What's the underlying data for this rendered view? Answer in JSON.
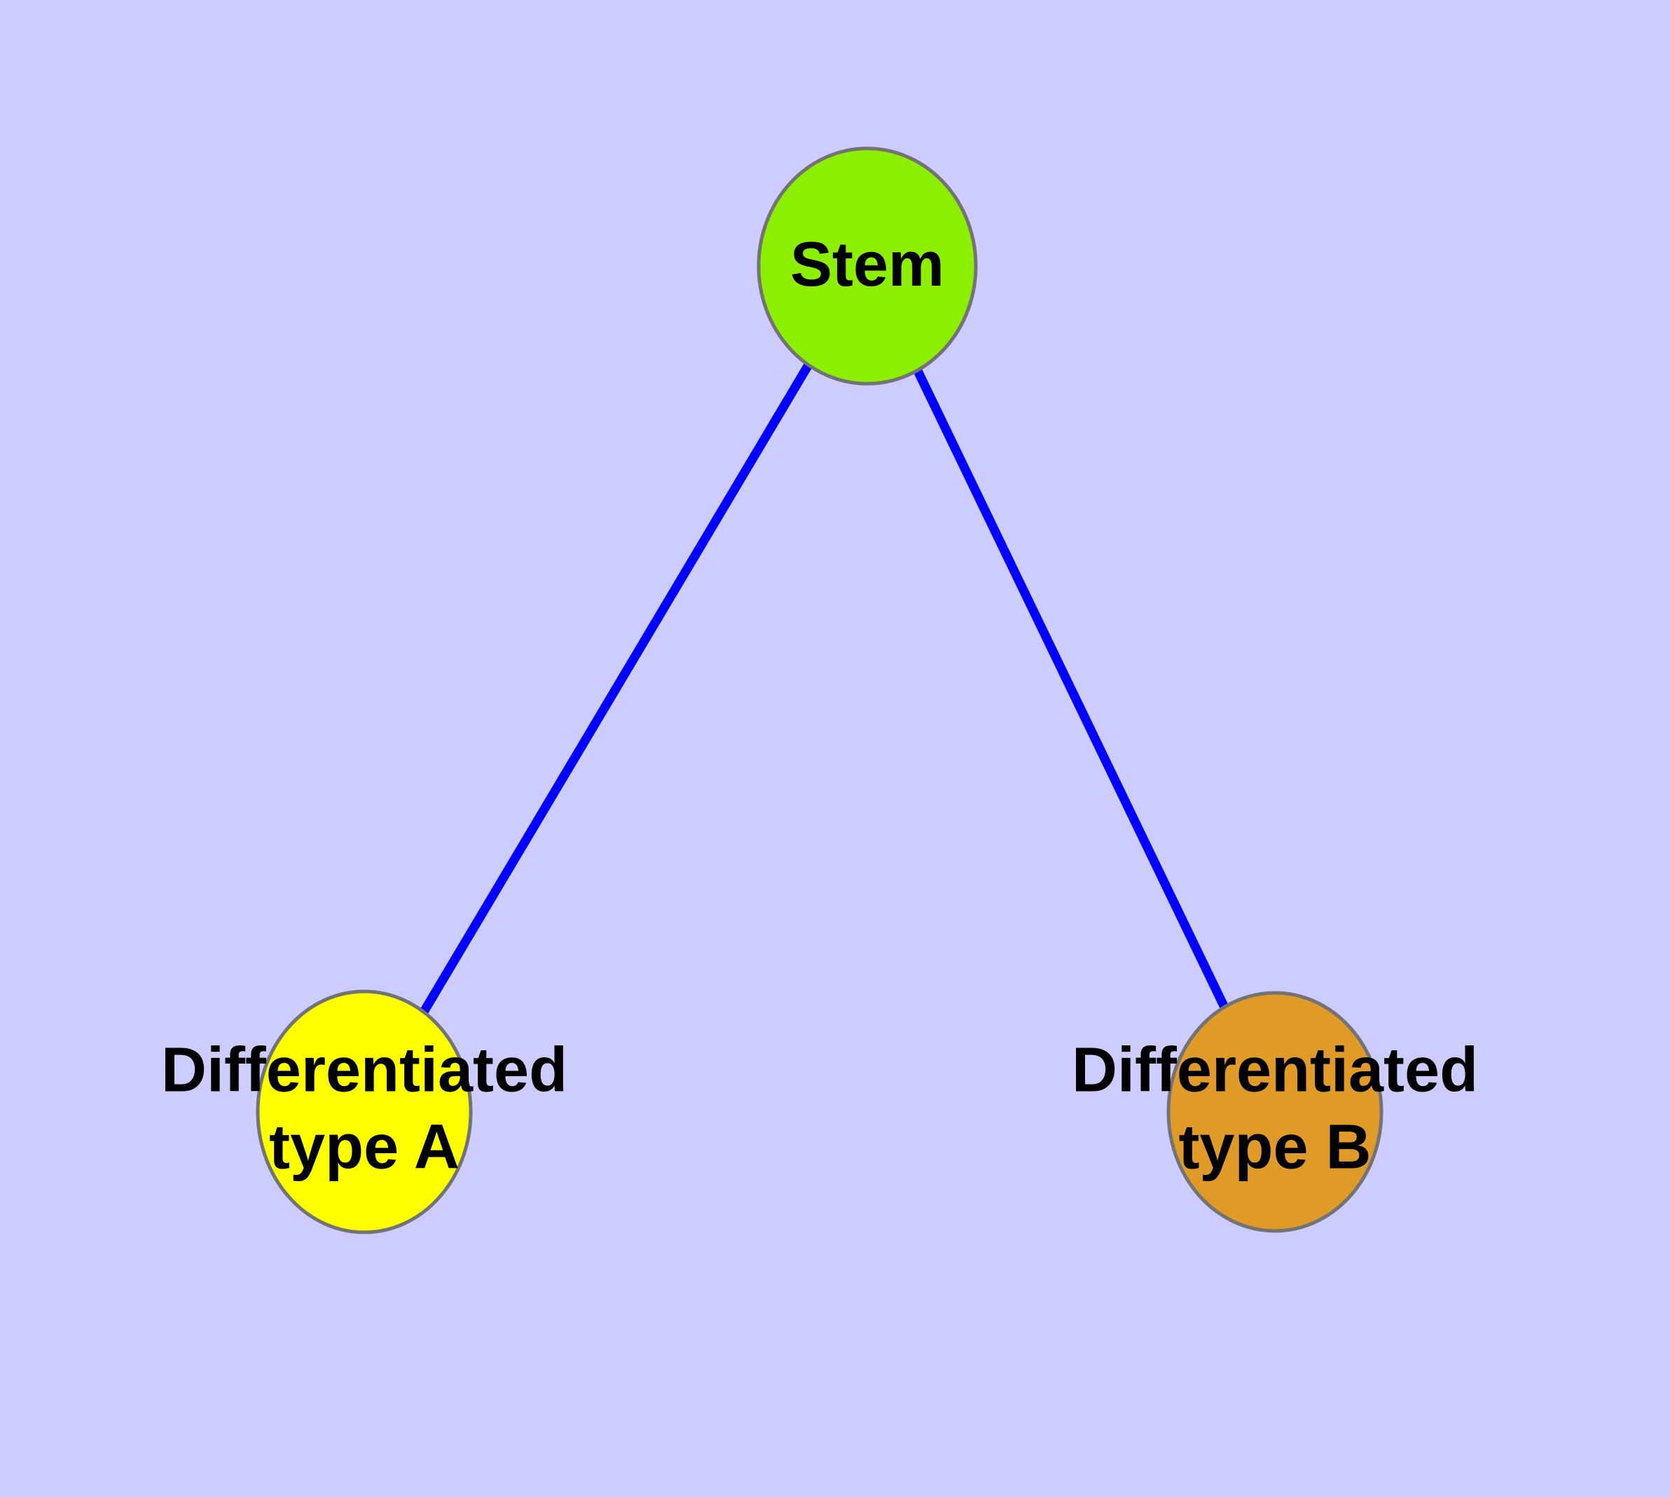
{
  "diagram": {
    "background_color": "#CCCCFF",
    "edge_color": "#0000FF",
    "node_border_color": "#737373",
    "label_color": "#000000",
    "nodes": {
      "stem": {
        "label": "Stem",
        "fill": "#8CEF00"
      },
      "type_a": {
        "label_line1": "Differentiated",
        "label_line2": "type A",
        "label_full": "Differentiated type A",
        "fill": "#FFFF00"
      },
      "type_b": {
        "label_line1": "Differentiated",
        "label_line2": "type B",
        "label_full": "Differentiated type B",
        "fill": "#E09A28"
      }
    },
    "edges": [
      {
        "from": "Stem",
        "to": "Differentiated type A"
      },
      {
        "from": "Stem",
        "to": "Differentiated type B"
      }
    ]
  }
}
